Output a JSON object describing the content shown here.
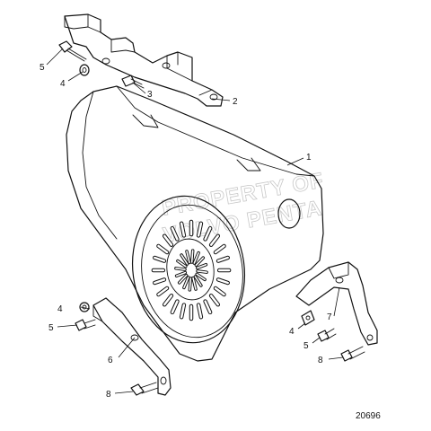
{
  "diagram": {
    "reference_number": "20696",
    "watermark_lines": [
      "PROPERTY OF",
      "VOLVO PENTA"
    ],
    "callouts": [
      {
        "id": "c1",
        "label": "1"
      },
      {
        "id": "c2",
        "label": "2"
      },
      {
        "id": "c3",
        "label": "3"
      },
      {
        "id": "c4a",
        "label": "4"
      },
      {
        "id": "c5a",
        "label": "5"
      },
      {
        "id": "c4b",
        "label": "4"
      },
      {
        "id": "c5b",
        "label": "5"
      },
      {
        "id": "c6",
        "label": "6"
      },
      {
        "id": "c8a",
        "label": "8"
      },
      {
        "id": "c4c",
        "label": "4"
      },
      {
        "id": "c5c",
        "label": "5"
      },
      {
        "id": "c7",
        "label": "7"
      },
      {
        "id": "c8b",
        "label": "8"
      }
    ],
    "line_color": "#111111",
    "background_color": "#ffffff"
  }
}
